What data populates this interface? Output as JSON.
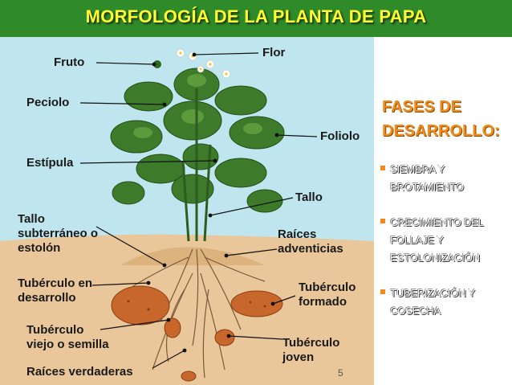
{
  "header": {
    "title": "MORFOLOGÍA DE LA PLANTA DE PAPA"
  },
  "diagram_labels": {
    "fruto": "Fruto",
    "flor": "Flor",
    "peciolo": "Peciolo",
    "foliolo": "Foliolo",
    "estipula": "Estípula",
    "tallo": "Tallo",
    "tallo_subterraneo": "Tallo\nsubterráneo o\nestolón",
    "raices_adventicias": "Raíces\nadventicias",
    "tuberculo_desarrollo": "Tubérculo en\ndesarrollo",
    "tuberculo_formado": "Tubérculo\nformado",
    "tuberculo_viejo": "Tubérculo\nviejo o semilla",
    "tuberculo_joven": "Tubérculo\njoven",
    "raices_verdaderas": "Raíces verdaderas"
  },
  "page_number": "5",
  "phases": {
    "title": "FASES DE\nDESARROLLO:",
    "items": [
      "SIEMBRA Y\nBROTAMIENTO",
      "CRECIMIENTO DEL\nFOLLAJE Y\nESTOLONIZACIÓN",
      "TUBERIZACIÓN Y\nCOSECHA"
    ]
  },
  "colors": {
    "title_bar": "#2f8a2a",
    "title_text": "#ffff33",
    "sky": "#bfe6ee",
    "soil": "#e9c79a",
    "tuber": "#c8672b",
    "phase_title": "#f08a1a"
  }
}
